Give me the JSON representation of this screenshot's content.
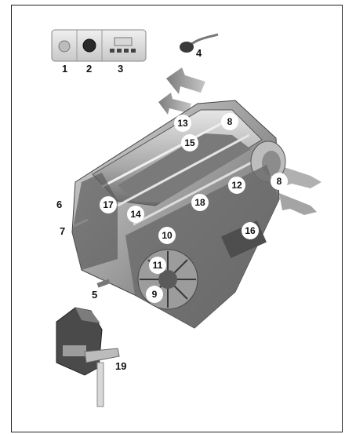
{
  "callouts": {
    "n1": "1",
    "n2": "2",
    "n3": "3",
    "n4": "4",
    "n5": "5",
    "n6": "6",
    "n7": "7",
    "n8a": "8",
    "n8b": "8",
    "n9": "9",
    "n10": "10",
    "n11": "11",
    "n12": "12",
    "n13": "13",
    "n14": "14",
    "n15": "15",
    "n16": "16",
    "n17": "17",
    "n18": "18",
    "n19": "19"
  },
  "colors": {
    "housing": "#8a8a8a",
    "housing_light": "#c4c4c4",
    "housing_dark": "#4a4a4a",
    "arrow": "#9a9a9a"
  }
}
